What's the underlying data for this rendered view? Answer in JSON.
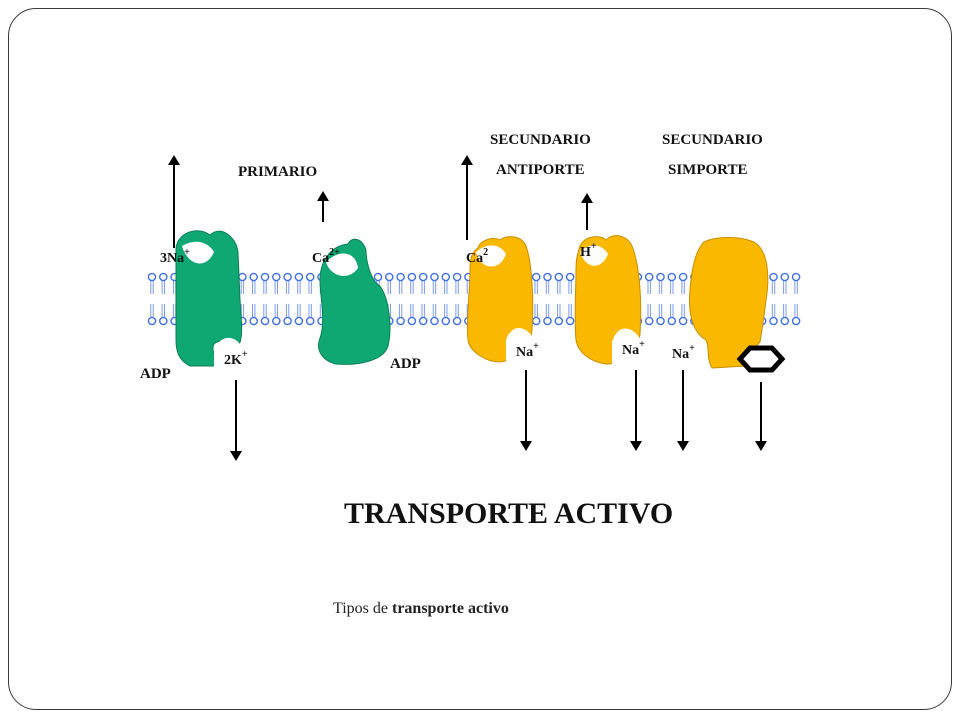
{
  "diagram": {
    "labels": {
      "primario": "PRIMARIO",
      "secundario": "SECUNDARIO",
      "antiporte": "ANTIPORTE",
      "simporte": "SIMPORTE",
      "adp": "ADP",
      "title": "TRANSPORTE ACTIVO"
    },
    "ions": {
      "na3": "3Na",
      "k2": "2K",
      "ca": "Ca",
      "h": "H",
      "na": "Na",
      "plus": "+",
      "two_plus": "2+",
      "two": "2"
    },
    "colors": {
      "primary_pump": "#10a872",
      "secondary_pump": "#fbb800",
      "lipid_head": "#3f6fe6",
      "lipid_tail": "#7d9bf0"
    }
  },
  "caption": {
    "normal": "Tipos de ",
    "bold": "transporte activo"
  }
}
